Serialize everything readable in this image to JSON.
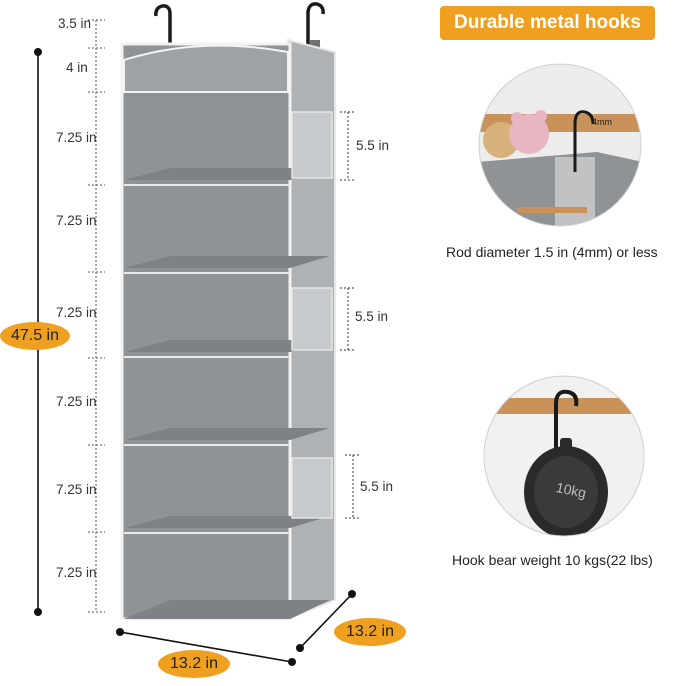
{
  "badge": "Durable metal hooks",
  "height_labels": [
    "3.5 in",
    "4 in",
    "7.25 in",
    "7.25 in",
    "7.25 in",
    "7.25 in",
    "7.25 in",
    "7.25 in"
  ],
  "pocket_labels": [
    "5.5 in",
    "5.5 in",
    "5.5 in"
  ],
  "total_height": "47.5 in",
  "width_label": "13.2 in",
  "depth_label": "13.2 in",
  "inset1": {
    "gap_label": "4mm",
    "caption": "Rod diameter 1.5 in (4mm) or less"
  },
  "inset2": {
    "weight_label": "10kg",
    "caption": "Hook bear weight 10 kgs(22 lbs)"
  },
  "colors": {
    "accent": "#f0a020",
    "fabric": "#8f9396",
    "fabric_light": "#a9adb0",
    "trim": "#f2f2f2",
    "wood": "#c9925a"
  }
}
